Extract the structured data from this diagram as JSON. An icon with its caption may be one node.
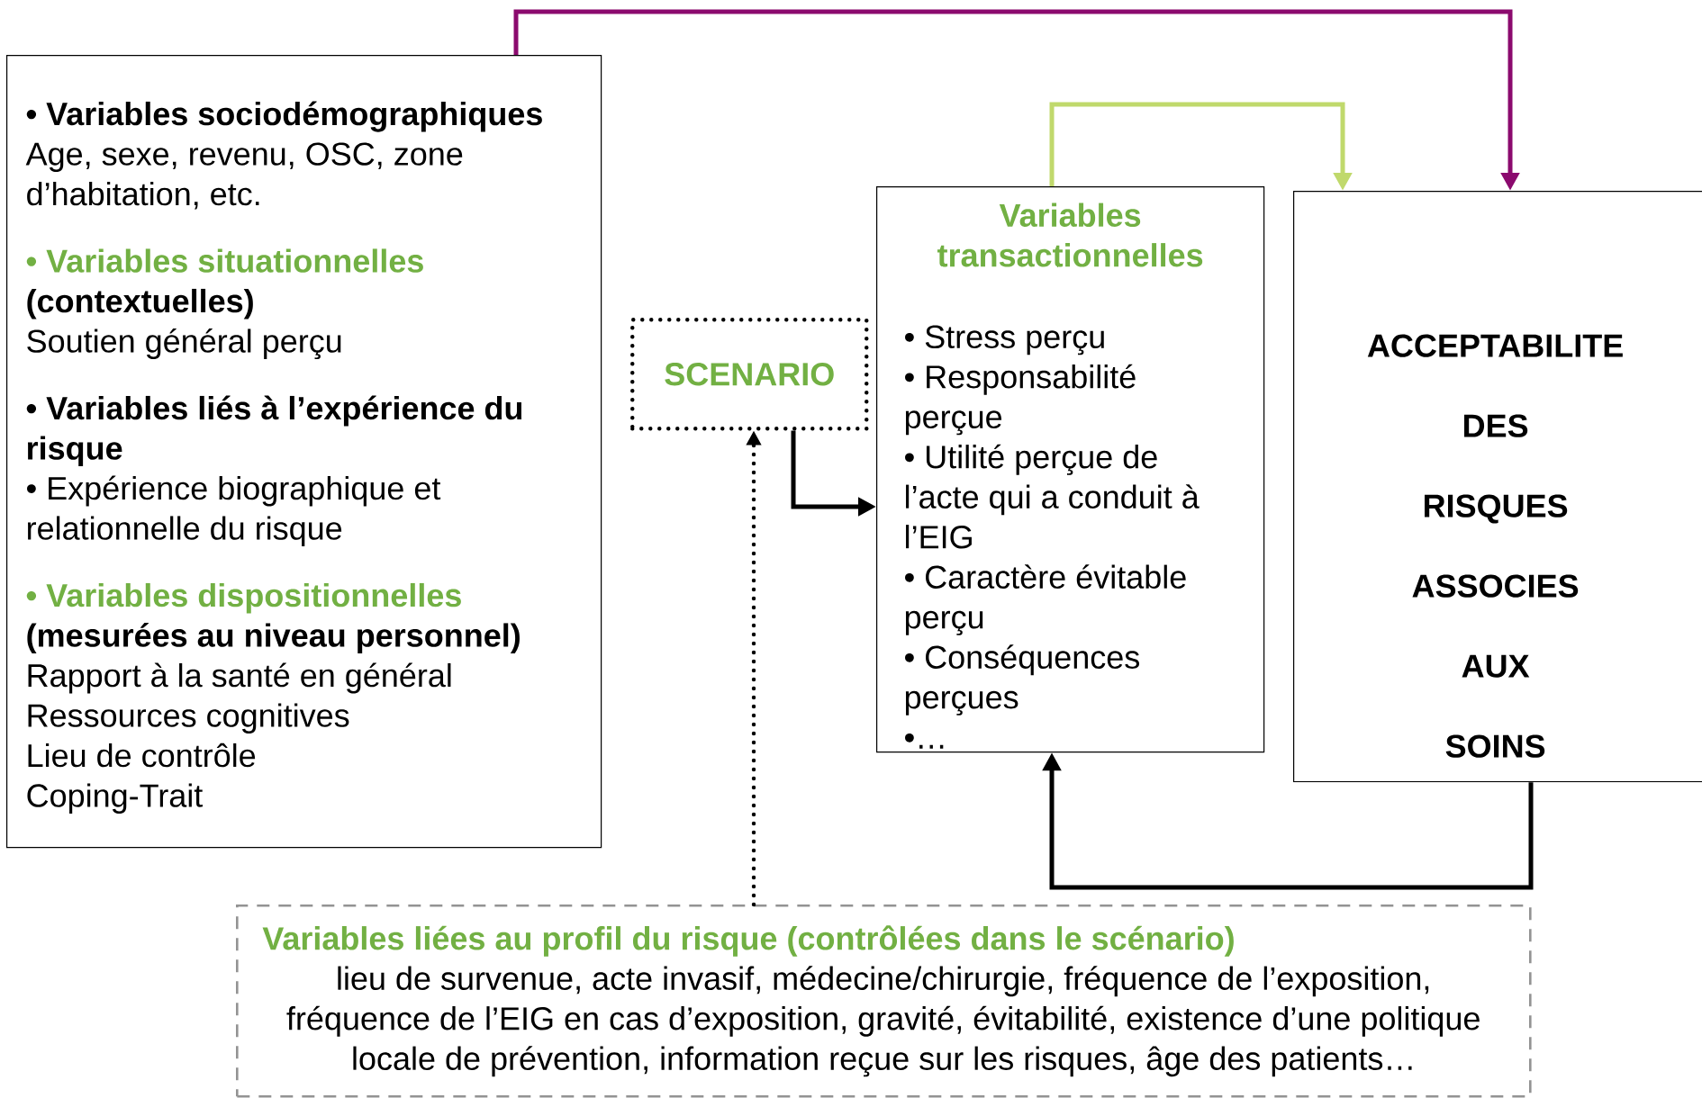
{
  "diagram": {
    "nodes": [
      {
        "text": [
          "• Variables sociodémographiques",
          "Age, sexe, revenu, OSC, zone d’habitation, etc.",
          "• Variables situationnelles",
          "(contextuelles)",
          "Soutien général perçu",
          "• Variables liés à l’expérience du risque",
          "• Expérience biographique et relationnelle du risque",
          "• Variables dispositionnelles",
          "(mesurées au niveau personnel)",
          "Rapport à la santé en général",
          "Ressources cognitives",
          "Lieu de contrôle",
          "Coping-Trait"
        ]
      },
      {
        "text": [
          "SCENARIO"
        ]
      },
      {
        "text": [
          "Variables transactionnelles",
          "• Stress perçu",
          "• Responsabilité perçue",
          "• Utilité perçue de l’acte qui a conduit à l’EIG",
          "• Caractère évitable perçu",
          "• Conséquences perçues",
          "•…"
        ]
      },
      {
        "text": [
          "ACCEPTABILITE DES RISQUES ASSOCIES AUX SOINS"
        ]
      },
      {
        "text": [
          "Variables liées au profil du risque (contrôlées dans le scénario)",
          "lieu de survenue, acte invasif, médecine/chirurgie, fréquence de l’exposition, fréquence de l’EIG en cas d’exposition, gravité, évitabilité, existence d’une politique locale de prévention, information reçue sur les risques, âge des patients…"
        ]
      }
    ],
    "edges": [
      {
        "from": 0,
        "to": 3,
        "arrow": "to",
        "color": "#8b0a6e"
      },
      {
        "from": 2,
        "to": 3,
        "arrow": "to",
        "color": "#c0d96c"
      },
      {
        "from": 1,
        "to": 2,
        "arrow": "to"
      },
      {
        "from": 4,
        "to": 1,
        "arrow": "to",
        "style": "dashed"
      },
      {
        "from": 3,
        "to": 2,
        "arrow": "to"
      }
    ]
  }
}
